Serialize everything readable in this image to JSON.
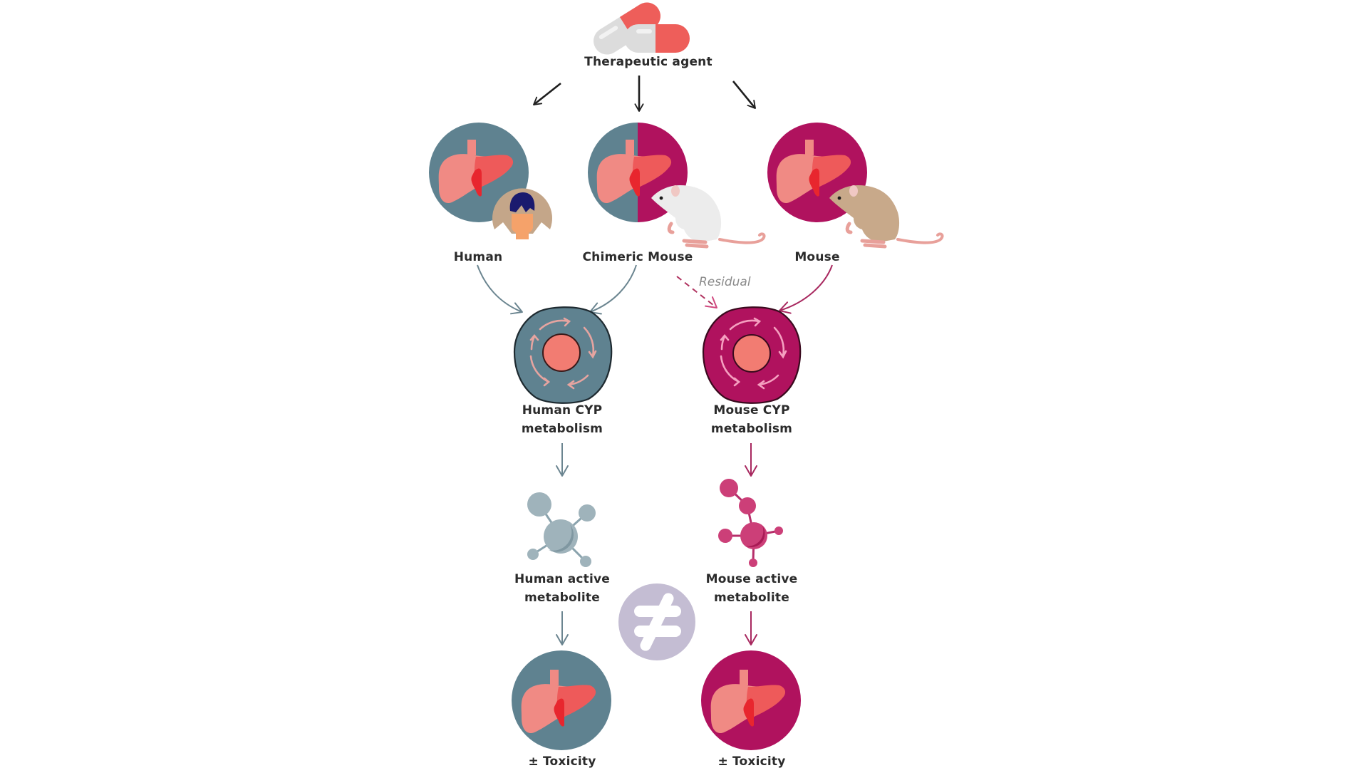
{
  "title": "Therapeutic agent",
  "colors": {
    "human": "#5f8290",
    "mouse": "#b0125e",
    "neq_circle": "#c4bdd3",
    "liver_light": "#f08a84",
    "liver_dark": "#ee5a5a",
    "gallbladder": "#e8262e",
    "cell_nucleus": "#f27c72",
    "text": "#2b2b2b"
  },
  "sources": [
    {
      "id": "human",
      "label": "Human",
      "fill": "split-none"
    },
    {
      "id": "chimeric",
      "label": "Chimeric Mouse",
      "fill": "split-half"
    },
    {
      "id": "mouse",
      "label": "Mouse",
      "fill": "split-none"
    }
  ],
  "residual_label": "Residual",
  "pathways": [
    {
      "id": "human",
      "metabolism_label_line1": "Human CYP",
      "metabolism_label_line2": "metabolism",
      "metabolite_label_line1": "Human active",
      "metabolite_label_line2": "metabolite",
      "outcome_label": "± Toxicity"
    },
    {
      "id": "mouse",
      "metabolism_label_line1": "Mouse CYP",
      "metabolism_label_line2": "metabolism",
      "metabolite_label_line1": "Mouse active",
      "metabolite_label_line2": "metabolite",
      "outcome_label": "± Toxicity"
    }
  ],
  "comparison_symbol": "not-equal-icon",
  "icons": {
    "drug": "pill-capsules-icon",
    "organ": "liver-icon",
    "person": "human-avatar-icon",
    "animal": "mouse-icon",
    "cell": "hepatocyte-cell-icon",
    "molecule": "metabolite-molecule-icon"
  }
}
